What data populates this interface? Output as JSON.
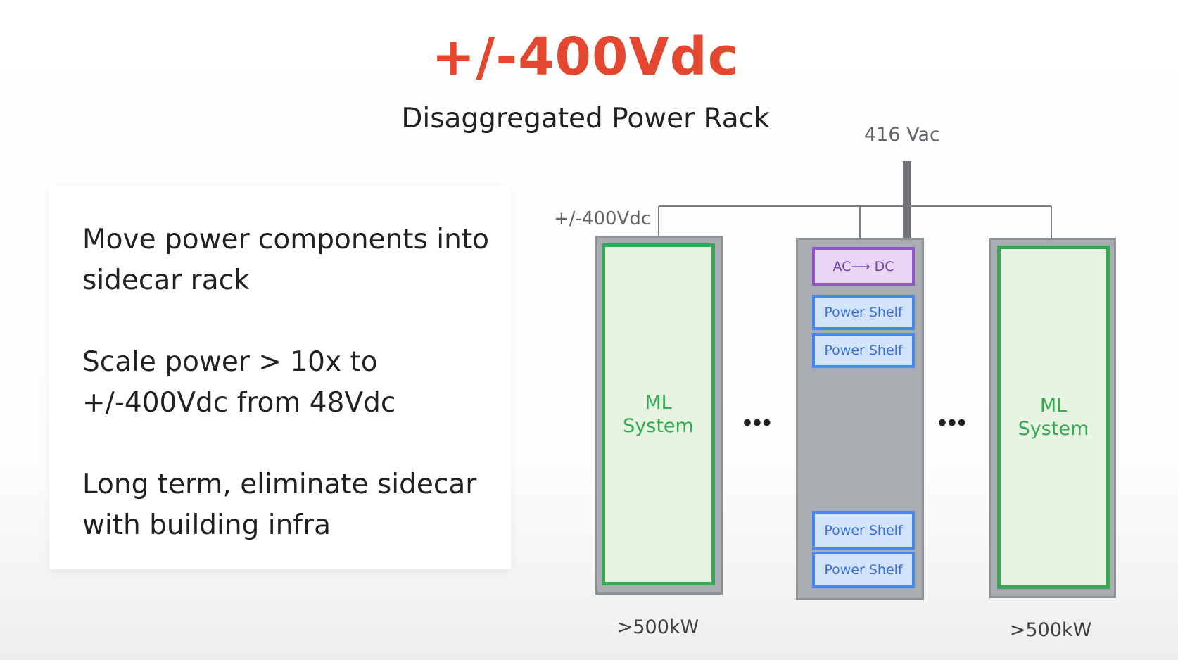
{
  "title": "+/-400Vdc",
  "subtitle": "Disaggregated Power Rack",
  "bullets": [
    "Move power components into sidecar rack",
    "Scale power > 10x to +/-400Vdc from 48Vdc",
    "Long term, eliminate sidecar with building infra"
  ],
  "diagram": {
    "input_label": "416 Vac",
    "bus_label": "+/-400Vdc",
    "left_rack": {
      "label": "ML\nSystem",
      "power": ">500kW"
    },
    "right_rack": {
      "label": "ML\nSystem",
      "power": ">500kW"
    },
    "sidecar": {
      "converter": "AC⟶ DC",
      "shelves": [
        "Power Shelf",
        "Power Shelf",
        "Power Shelf",
        "Power Shelf"
      ]
    },
    "ellipsis": "•••"
  },
  "colors": {
    "title": "#e4472f",
    "ml_green": "#34a853",
    "power_shelf_blue": "#4a86f0",
    "converter_purple": "#8e54c9"
  }
}
